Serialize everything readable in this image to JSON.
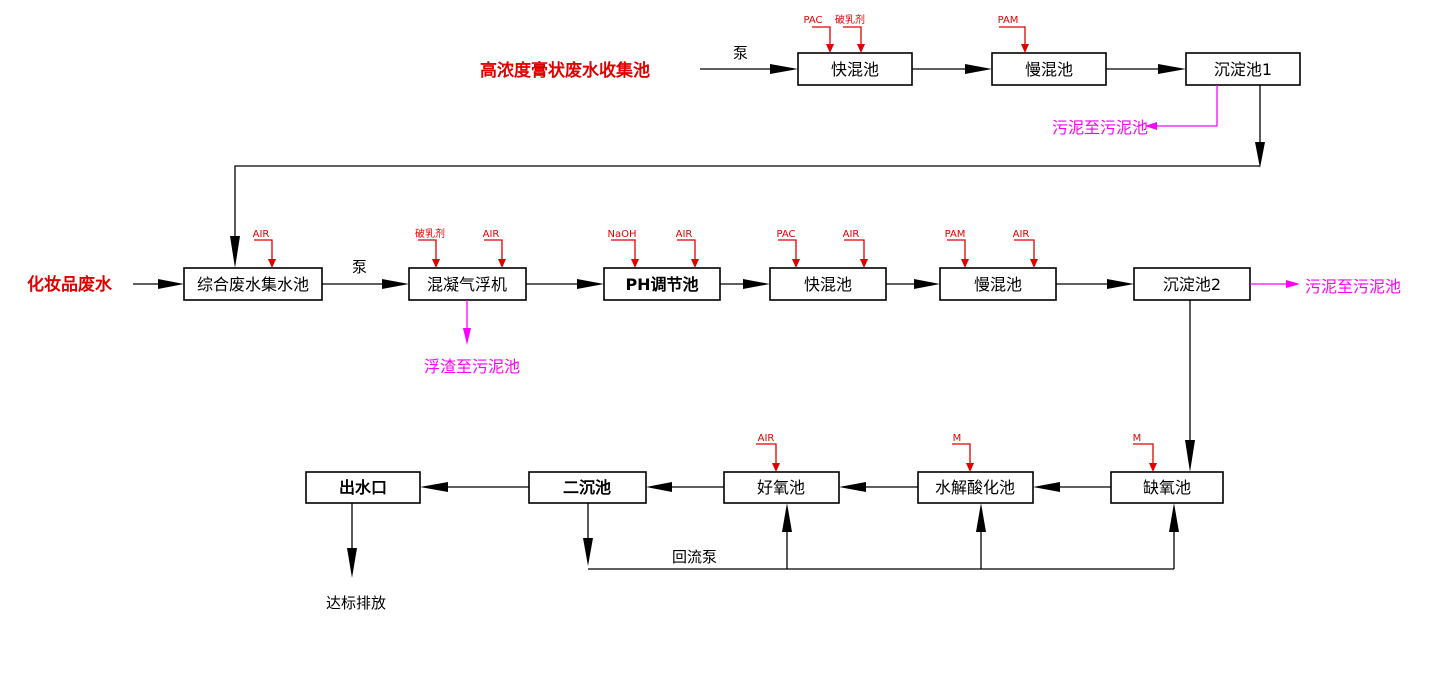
{
  "sources": {
    "high_conc": "高浓度膏状废水收集池",
    "cosmetic": "化妆品废水"
  },
  "pump_label": "泵",
  "reflux_pump": "回流泵",
  "discharge": "达标排放",
  "boxes": {
    "r1_fast": "快混池",
    "r1_slow": "慢混池",
    "r1_settle": "沉淀池1",
    "collect": "综合废水集水池",
    "daf": "混凝气浮机",
    "ph": "PH调节池",
    "r2_fast": "快混池",
    "r2_slow": "慢混池",
    "r2_settle": "沉淀池2",
    "anoxic": "缺氧池",
    "hydrolysis": "水解酸化池",
    "aerobic": "好氧池",
    "secondary": "二沉池",
    "outlet": "出水口"
  },
  "dosing": {
    "pac": "PAC",
    "emulsion_breaker": "破乳剂",
    "pam": "PAM",
    "air": "AIR",
    "naoh": "NaOH",
    "m": "M"
  },
  "sludge": {
    "r1": "污泥至污泥池",
    "r2": "污泥至污泥池",
    "scum": "浮渣至污泥池"
  },
  "colors": {
    "source_text": "#e00000",
    "dosing": "#e00000",
    "sludge": "#ff00ff",
    "line": "#000000"
  }
}
